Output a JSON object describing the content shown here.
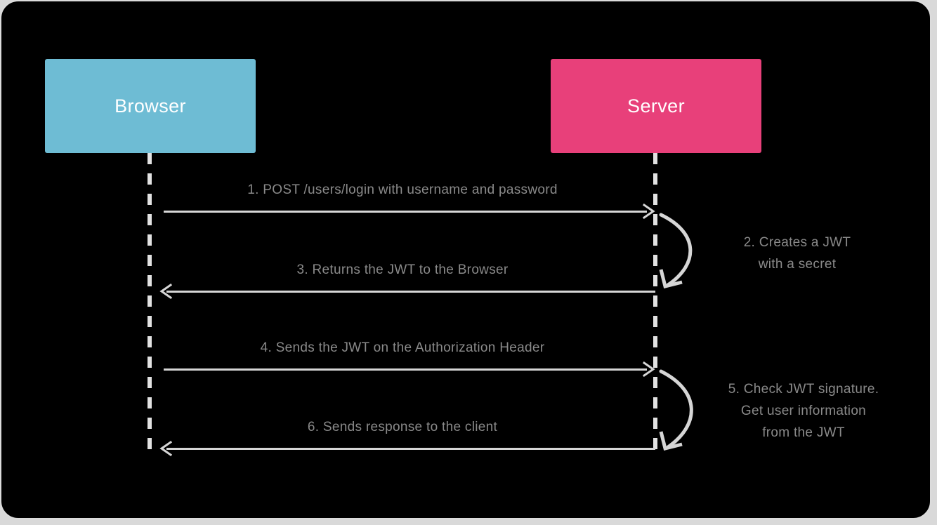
{
  "diagram": {
    "type": "sequence-diagram",
    "background_color": "#000000",
    "page_color": "#d9d9d9",
    "line_color": "#d6d6d6",
    "text_color": "#8a8a8a",
    "participants": [
      {
        "id": "browser",
        "label": "Browser",
        "color": "#6ebcd4"
      },
      {
        "id": "server",
        "label": "Server",
        "color": "#e8407a"
      }
    ],
    "messages": [
      {
        "number": "1",
        "label": "1. POST /users/login with username and password",
        "from": "browser",
        "to": "server",
        "direction": "right"
      },
      {
        "number": "2",
        "label_lines": [
          "2. Creates a JWT",
          "with a secret"
        ],
        "from": "server",
        "to": "server",
        "direction": "self"
      },
      {
        "number": "3",
        "label": "3. Returns the JWT to the Browser",
        "from": "server",
        "to": "browser",
        "direction": "left"
      },
      {
        "number": "4",
        "label": "4. Sends the JWT on the Authorization Header",
        "from": "browser",
        "to": "server",
        "direction": "right"
      },
      {
        "number": "5",
        "label_lines": [
          "5. Check JWT signature.",
          "Get user information",
          "from the JWT"
        ],
        "from": "server",
        "to": "server",
        "direction": "self"
      },
      {
        "number": "6",
        "label": "6. Sends response to the client",
        "from": "server",
        "to": "browser",
        "direction": "left"
      }
    ]
  }
}
